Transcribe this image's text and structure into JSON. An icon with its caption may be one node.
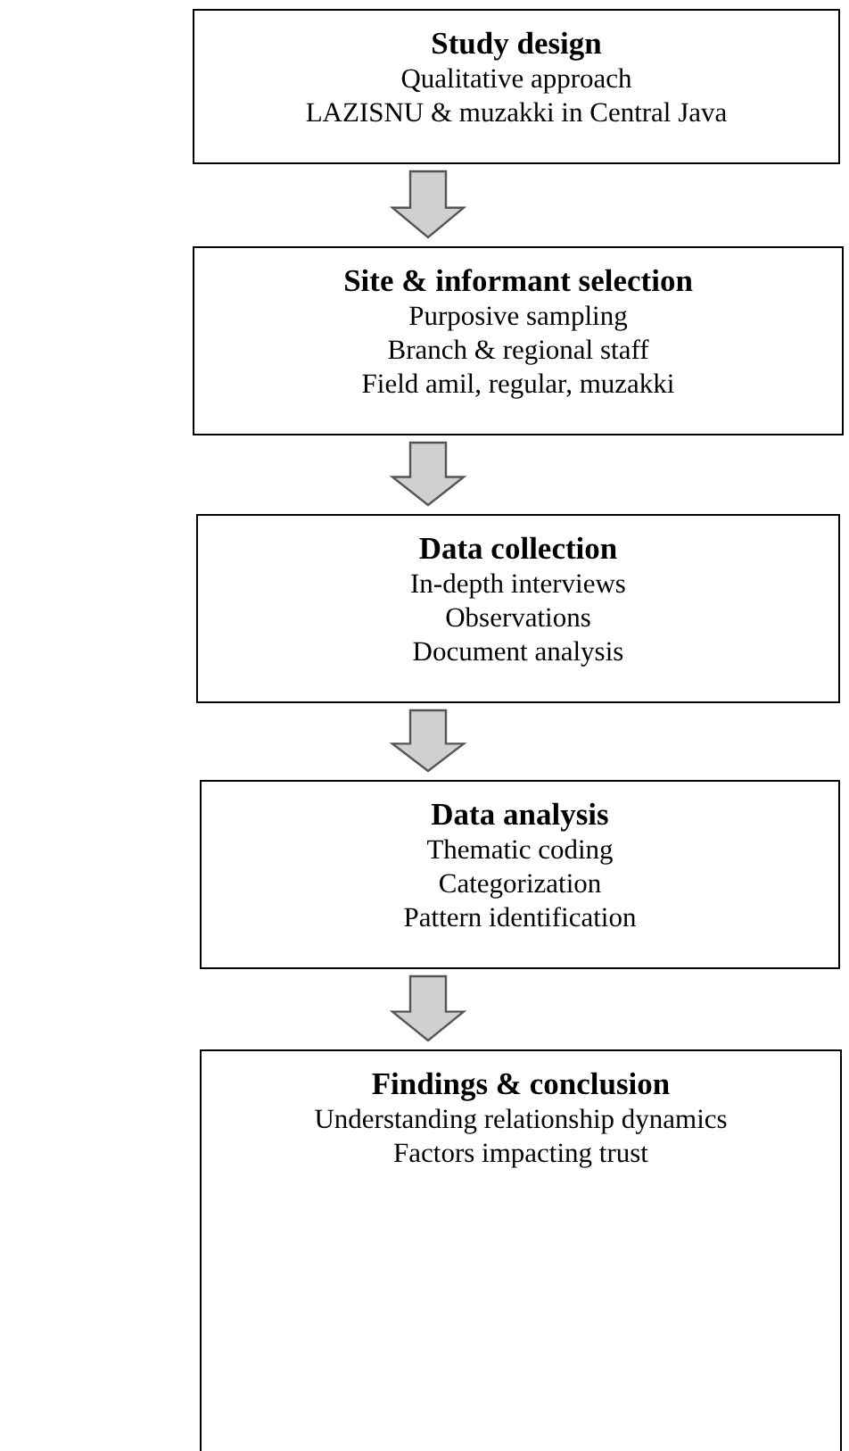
{
  "diagram": {
    "nodes": [
      {
        "text": [
          "Study design",
          "Qualitative approach",
          "LAZISNU & muzakki in Central Java"
        ]
      },
      {
        "text": [
          "Site & informant selection",
          "Purposive sampling",
          "Branch & regional staff",
          "Field amil, regular, muzakki"
        ]
      },
      {
        "text": [
          "Data collection",
          "In-depth interviews",
          "Observations",
          "Document analysis"
        ]
      },
      {
        "text": [
          "Data analysis",
          "Thematic coding",
          "Categorization",
          "Pattern identification"
        ]
      },
      {
        "text": [
          "Findings & conclusion",
          "Understanding relationship dynamics",
          "Factors impacting trust"
        ]
      }
    ],
    "edges": [
      {
        "from": 0,
        "to": 1,
        "arrow": "to"
      },
      {
        "from": 1,
        "to": 2,
        "arrow": "to"
      },
      {
        "from": 2,
        "to": 3,
        "arrow": "to"
      },
      {
        "from": 3,
        "to": 4,
        "arrow": "to"
      }
    ]
  }
}
